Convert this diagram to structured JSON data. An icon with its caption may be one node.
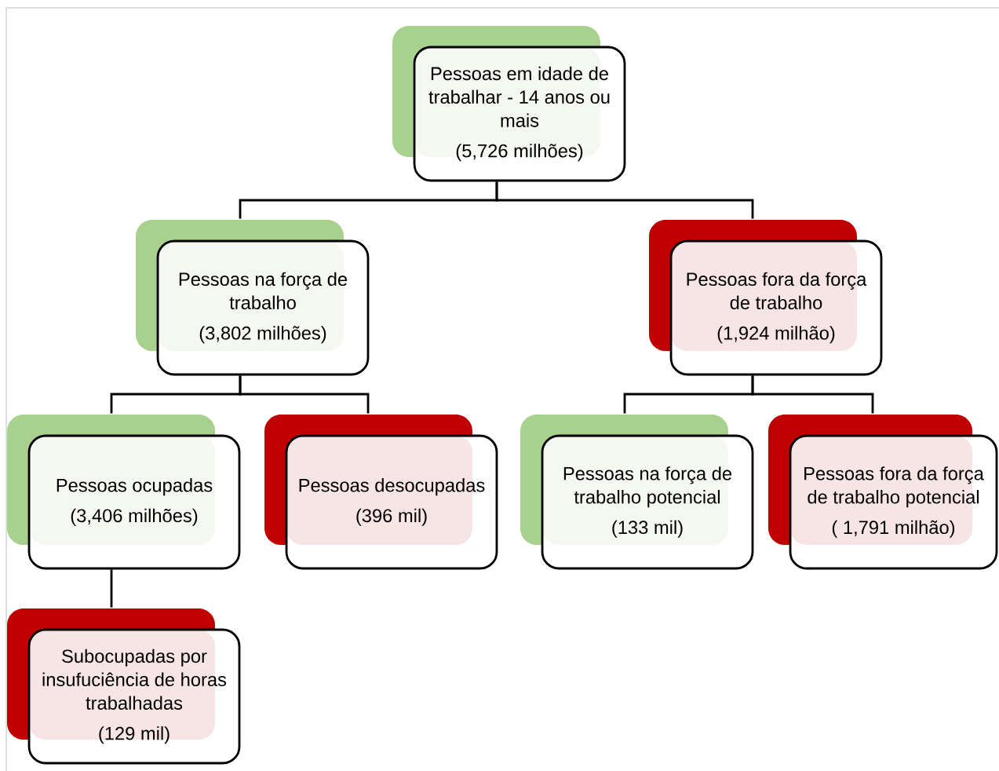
{
  "diagram": {
    "nodes": [
      {
        "text": [
          "Pessoas em idade de trabalhar - 14 anos ou mais",
          "(5,726 milhões)"
        ]
      },
      {
        "text": [
          "Pessoas na força de trabalho",
          "(3,802 milhões)"
        ]
      },
      {
        "text": [
          "Pessoas fora da força de trabalho",
          "(1,924 milhão)"
        ]
      },
      {
        "text": [
          "Pessoas ocupadas",
          "(3,406 milhões)"
        ]
      },
      {
        "text": [
          "Pessoas desocupadas",
          "(396 mil)"
        ]
      },
      {
        "text": [
          "Pessoas na força de trabalho potencial",
          "(133 mil)"
        ]
      },
      {
        "text": [
          "Pessoas fora da força de trabalho potencial",
          "( 1,791 milhão)"
        ]
      },
      {
        "text": [
          "Subocupadas por insufuciência de horas trabalhadas",
          "(129 mil)"
        ]
      }
    ],
    "edges": [
      {
        "from": 0,
        "to": 1,
        "arrow": "none"
      },
      {
        "from": 0,
        "to": 2,
        "arrow": "none"
      },
      {
        "from": 1,
        "to": 3,
        "arrow": "none"
      },
      {
        "from": 1,
        "to": 4,
        "arrow": "none"
      },
      {
        "from": 2,
        "to": 5,
        "arrow": "none"
      },
      {
        "from": 2,
        "to": 6,
        "arrow": "none"
      },
      {
        "from": 3,
        "to": 7,
        "arrow": "none"
      }
    ]
  }
}
